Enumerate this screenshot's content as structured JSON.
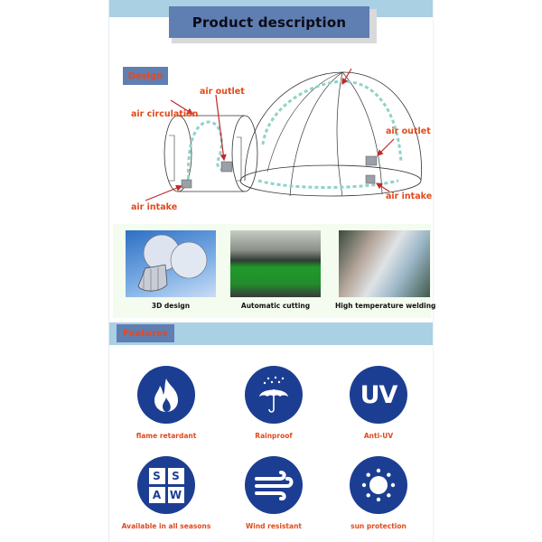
{
  "header": {
    "title": "Product description"
  },
  "design_section": {
    "badge": "Design",
    "labels": {
      "air_circulation": "air circulation",
      "air_outlet_left": "air outlet",
      "air_intake_left": "air intake",
      "air_outlet_right": "air outlet",
      "air_intake_right": "air intake"
    }
  },
  "process_photos": [
    {
      "caption": "3D design",
      "icon": "3d-model-image"
    },
    {
      "caption": "Automatic cutting",
      "icon": "cutting-machine-photo"
    },
    {
      "caption": "High temperature welding",
      "icon": "welding-photo"
    }
  ],
  "features_section": {
    "badge": "Features",
    "items": [
      {
        "label": "flame retardant",
        "icon": "flame-icon"
      },
      {
        "label": "Rainproof",
        "icon": "umbrella-rain-icon"
      },
      {
        "label": "Anti-UV",
        "icon": "uv-icon",
        "glyph": "UV"
      },
      {
        "label": "Available in all seasons",
        "icon": "seasons-icon",
        "letters": [
          "S",
          "S",
          "A",
          "W"
        ]
      },
      {
        "label": "Wind resistant",
        "icon": "wind-icon"
      },
      {
        "label": "sun protection",
        "icon": "sun-icon"
      }
    ]
  },
  "colors": {
    "accent_blue": "#5f7eb1",
    "band_blue": "#a9d0e3",
    "icon_navy": "#1c3e92",
    "label_orange": "#e2491a"
  }
}
